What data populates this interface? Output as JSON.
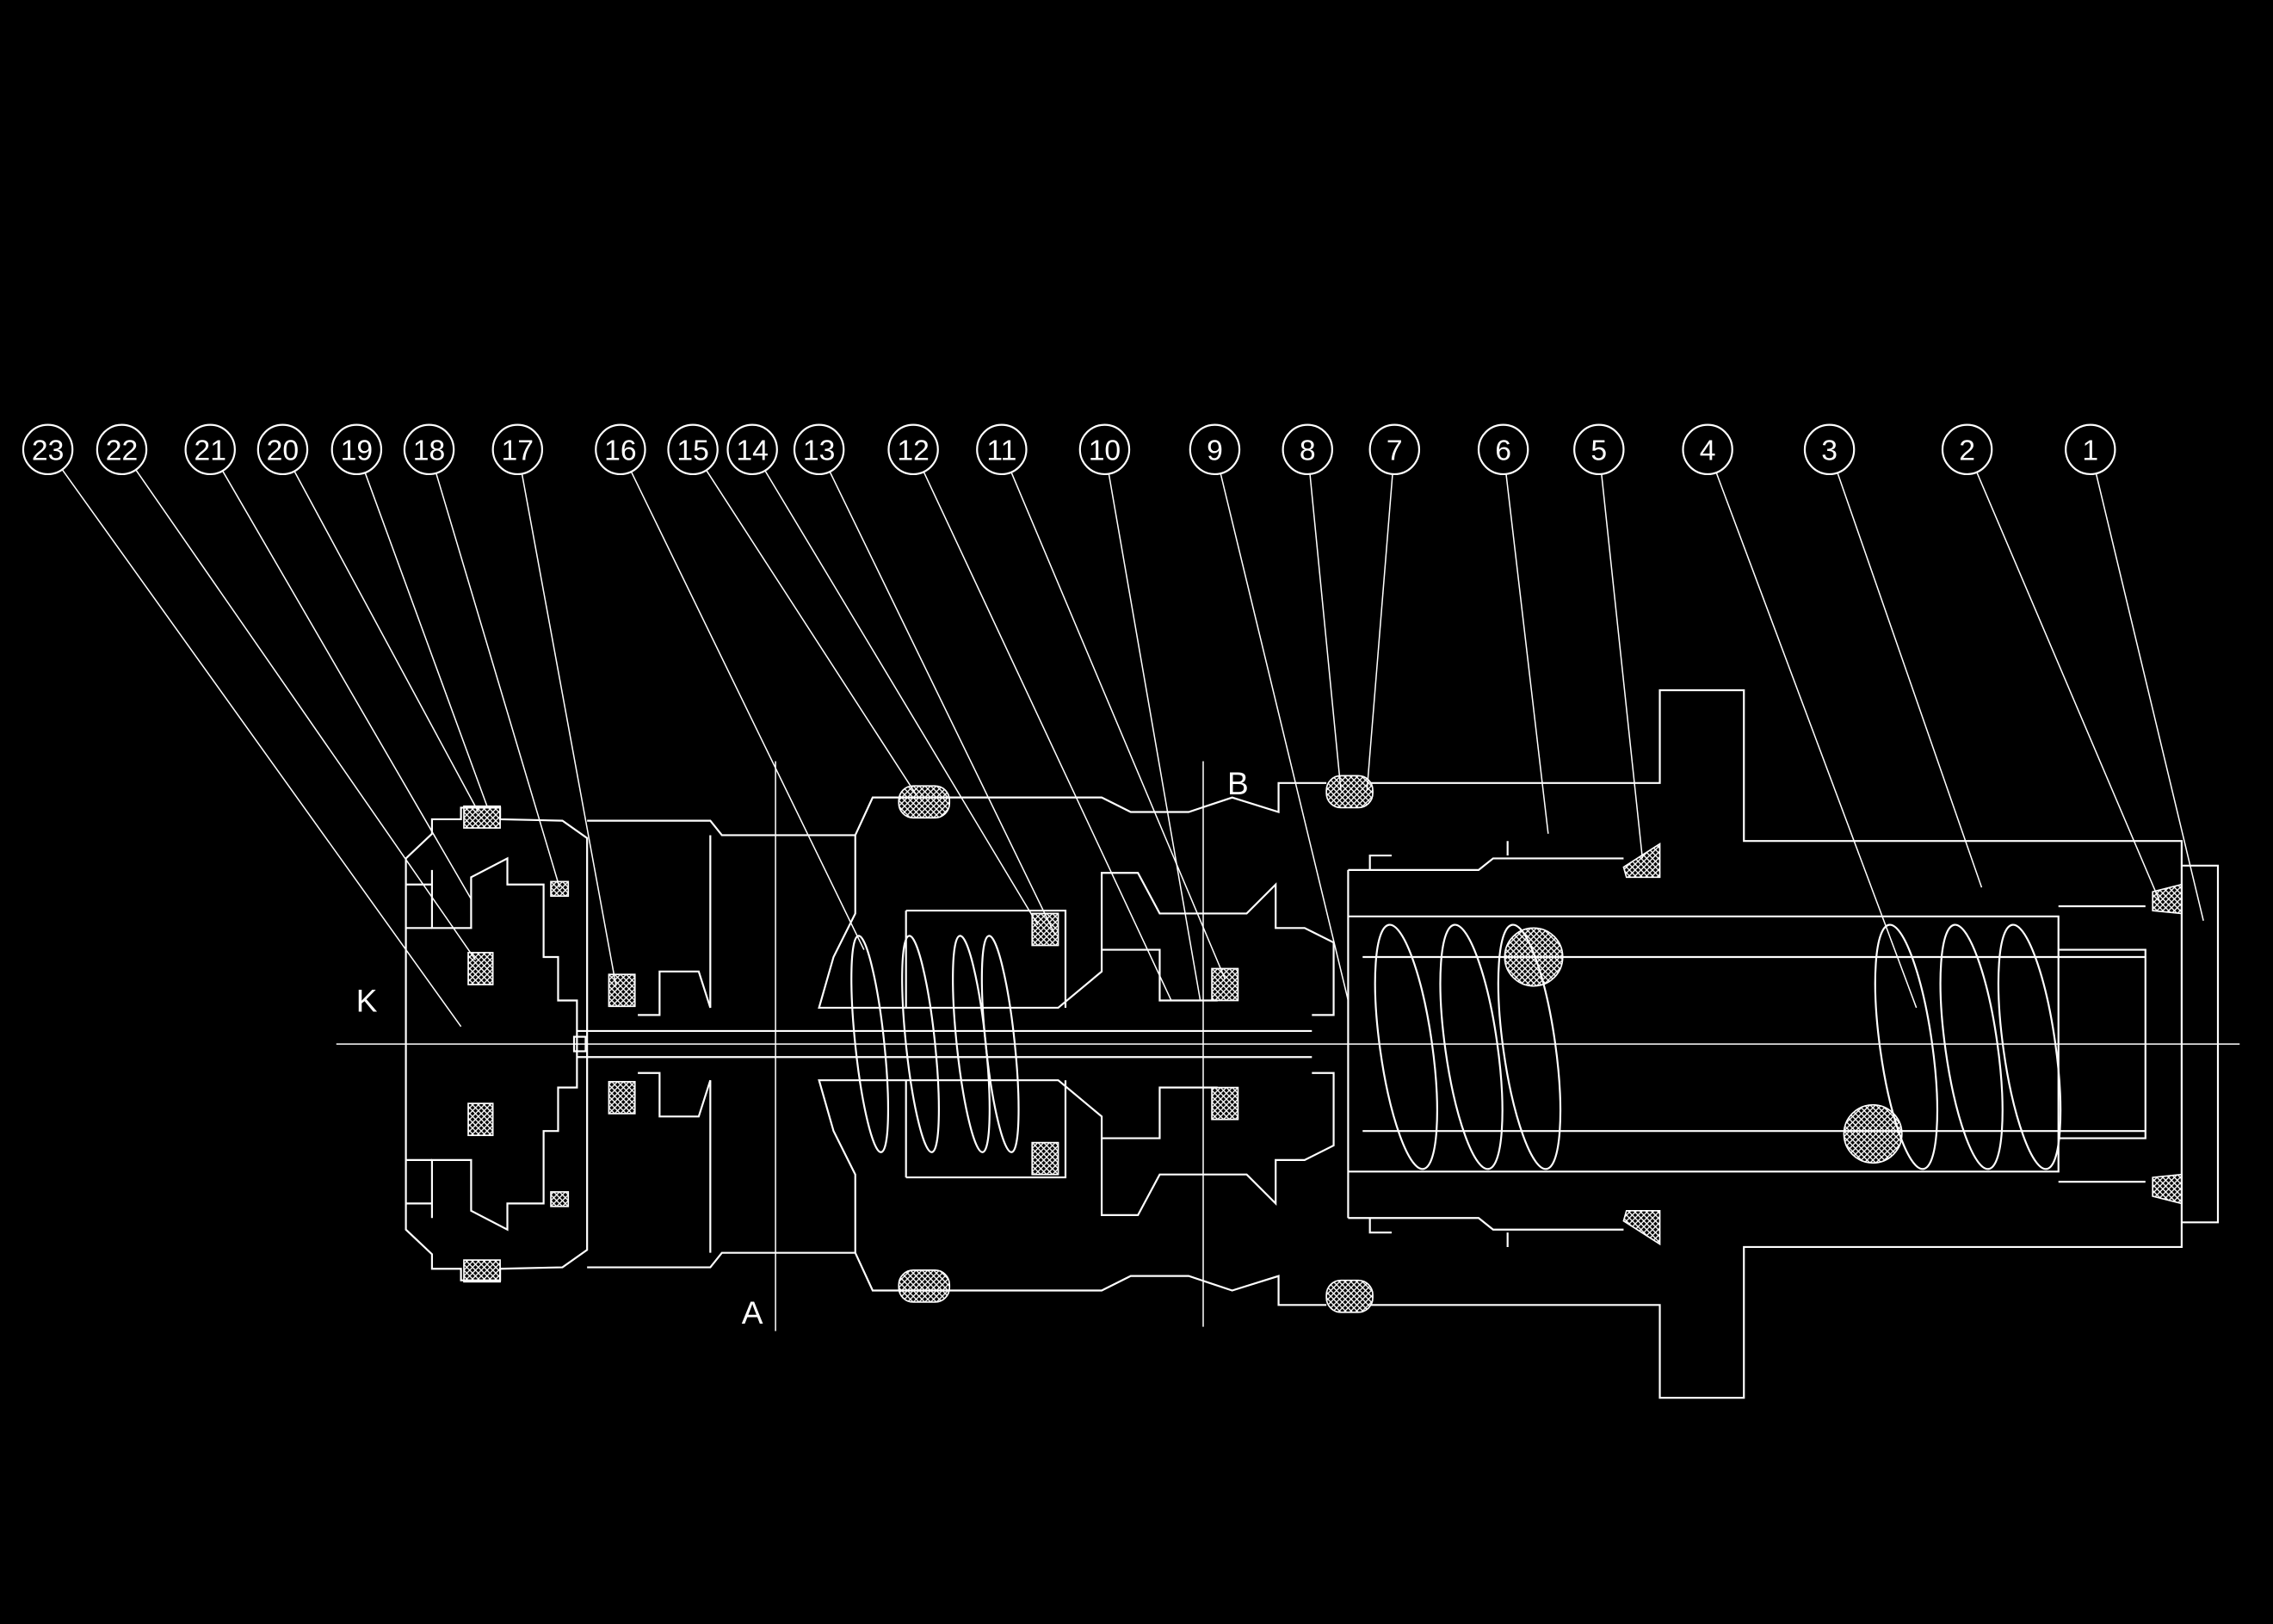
{
  "diagram": {
    "part_labels": [
      "23",
      "22",
      "21",
      "20",
      "19",
      "18",
      "17",
      "16",
      "15",
      "14",
      "13",
      "12",
      "11",
      "10",
      "9",
      "8",
      "7",
      "6",
      "5",
      "4",
      "3",
      "2",
      "1"
    ],
    "port_labels": {
      "k": "K",
      "a": "A",
      "b": "B"
    },
    "colors": {
      "background": "#000000",
      "line": "#ffffff"
    }
  }
}
